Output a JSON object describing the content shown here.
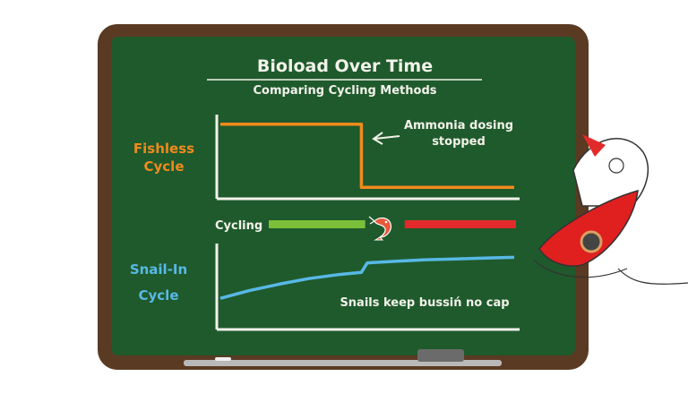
{
  "board": {
    "title": "Bioload Over Time",
    "subtitle": "Comparing Cycling Methods"
  },
  "colors": {
    "board_green": "#1f5a2c",
    "frame_brown": "#5a3a22",
    "chalk_white": "#f2f2ea",
    "fishless_orange": "#f08a1c",
    "snail_blue": "#58b8e6",
    "cycling_green": "#7cbf3a",
    "cycling_red": "#e32a2a"
  },
  "chart_data": [
    {
      "type": "line",
      "name_label": [
        "Fishless",
        "Cycle"
      ],
      "annotation": [
        "Ammonia dosing",
        "stopped"
      ],
      "x": [
        0,
        0.48,
        0.48,
        1.0
      ],
      "y": [
        0.9,
        0.9,
        0.1,
        0.1
      ],
      "ylim": [
        0,
        1
      ],
      "color": "#f08a1c"
    },
    {
      "type": "line",
      "name_label": [
        "Snail-In",
        "Cycle"
      ],
      "annotation": [
        "Snails keep bussiń no cap"
      ],
      "x": [
        0,
        0.1,
        0.2,
        0.3,
        0.4,
        0.48,
        0.5,
        0.6,
        0.7,
        0.8,
        0.9,
        1.0
      ],
      "y": [
        0.35,
        0.45,
        0.53,
        0.6,
        0.65,
        0.68,
        0.8,
        0.82,
        0.84,
        0.85,
        0.86,
        0.87
      ],
      "ylim": [
        0,
        1
      ],
      "color": "#58b8e6"
    }
  ],
  "cycling_bar": {
    "label": "Cycling",
    "segments": [
      {
        "state": "cycling",
        "color": "#7cbf3a",
        "start": 0.0,
        "end": 0.39
      },
      {
        "state": "cycled",
        "color": "#e32a2a",
        "start": 0.55,
        "end": 1.0
      }
    ],
    "marker_icon": "shrimp-icon"
  },
  "decor": {
    "corner_icon": "magnifier-hand-icon"
  }
}
